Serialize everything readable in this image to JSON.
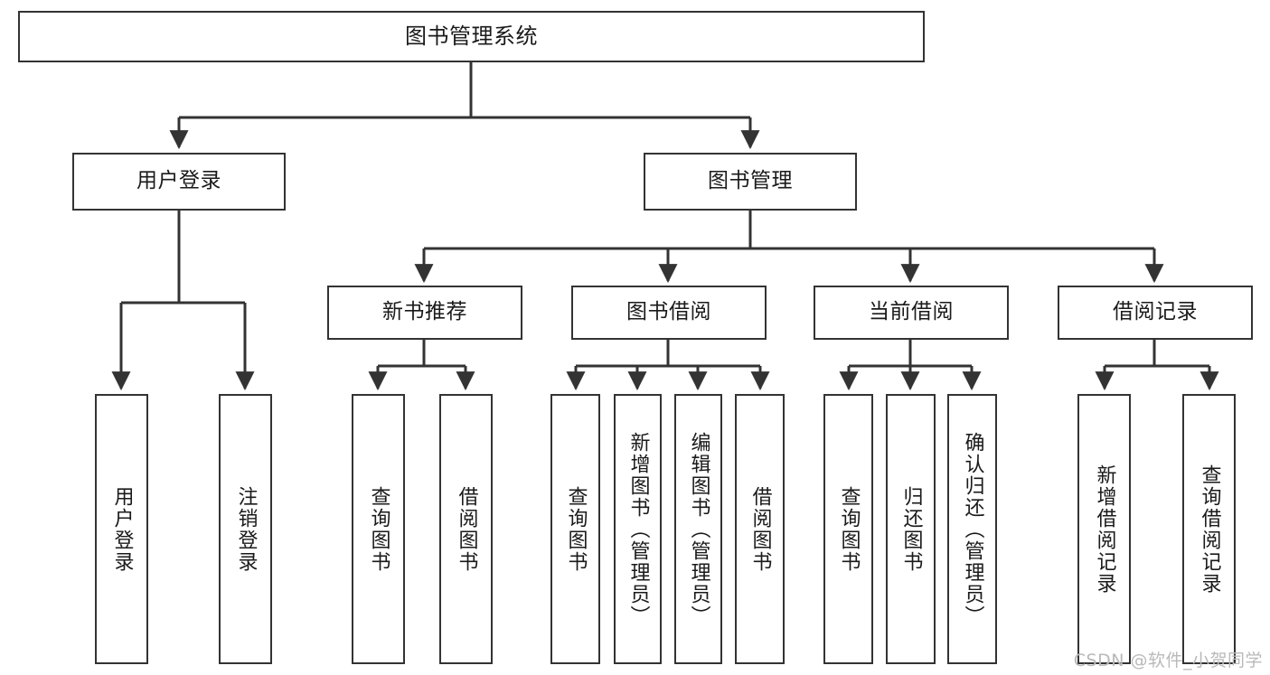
{
  "diagram": {
    "type": "tree",
    "title": "图书管理系统",
    "root": {
      "id": "root",
      "label": "图书管理系统"
    },
    "level1": [
      {
        "id": "user-login",
        "label": "用户登录"
      },
      {
        "id": "book-manage",
        "label": "图书管理"
      }
    ],
    "level2": [
      {
        "id": "new-book-recommend",
        "label": "新书推荐",
        "parent": "book-manage"
      },
      {
        "id": "book-borrow",
        "label": "图书借阅",
        "parent": "book-manage"
      },
      {
        "id": "current-borrow",
        "label": "当前借阅",
        "parent": "book-manage"
      },
      {
        "id": "borrow-record",
        "label": "借阅记录",
        "parent": "book-manage"
      }
    ],
    "leaves": [
      {
        "id": "leaf-user-login",
        "label": "用户登录",
        "parent": "user-login"
      },
      {
        "id": "leaf-user-logout",
        "label": "注销登录",
        "parent": "user-login"
      },
      {
        "id": "leaf-query-book-1",
        "label": "查询图书",
        "parent": "new-book-recommend"
      },
      {
        "id": "leaf-borrow-book-1",
        "label": "借阅图书",
        "parent": "new-book-recommend"
      },
      {
        "id": "leaf-query-book-2",
        "label": "查询图书",
        "parent": "book-borrow"
      },
      {
        "id": "leaf-add-book",
        "label": "新增图书（管理员）",
        "parent": "book-borrow"
      },
      {
        "id": "leaf-edit-book",
        "label": "编辑图书（管理员）",
        "parent": "book-borrow"
      },
      {
        "id": "leaf-borrow-book-2",
        "label": "借阅图书",
        "parent": "book-borrow"
      },
      {
        "id": "leaf-query-book-3",
        "label": "查询图书",
        "parent": "current-borrow"
      },
      {
        "id": "leaf-return-book",
        "label": "归还图书",
        "parent": "current-borrow"
      },
      {
        "id": "leaf-confirm-return",
        "label": "确认归还（管理员）",
        "parent": "current-borrow"
      },
      {
        "id": "leaf-add-record",
        "label": "新增借阅记录",
        "parent": "borrow-record"
      },
      {
        "id": "leaf-query-record",
        "label": "查询借阅记录",
        "parent": "borrow-record"
      }
    ]
  },
  "watermark": {
    "text": "CSDN @软件_小贺同学"
  },
  "colors": {
    "stroke": "#333333",
    "background": "#ffffff",
    "text": "#1a1a1a",
    "watermark": "#b9b9b9"
  }
}
